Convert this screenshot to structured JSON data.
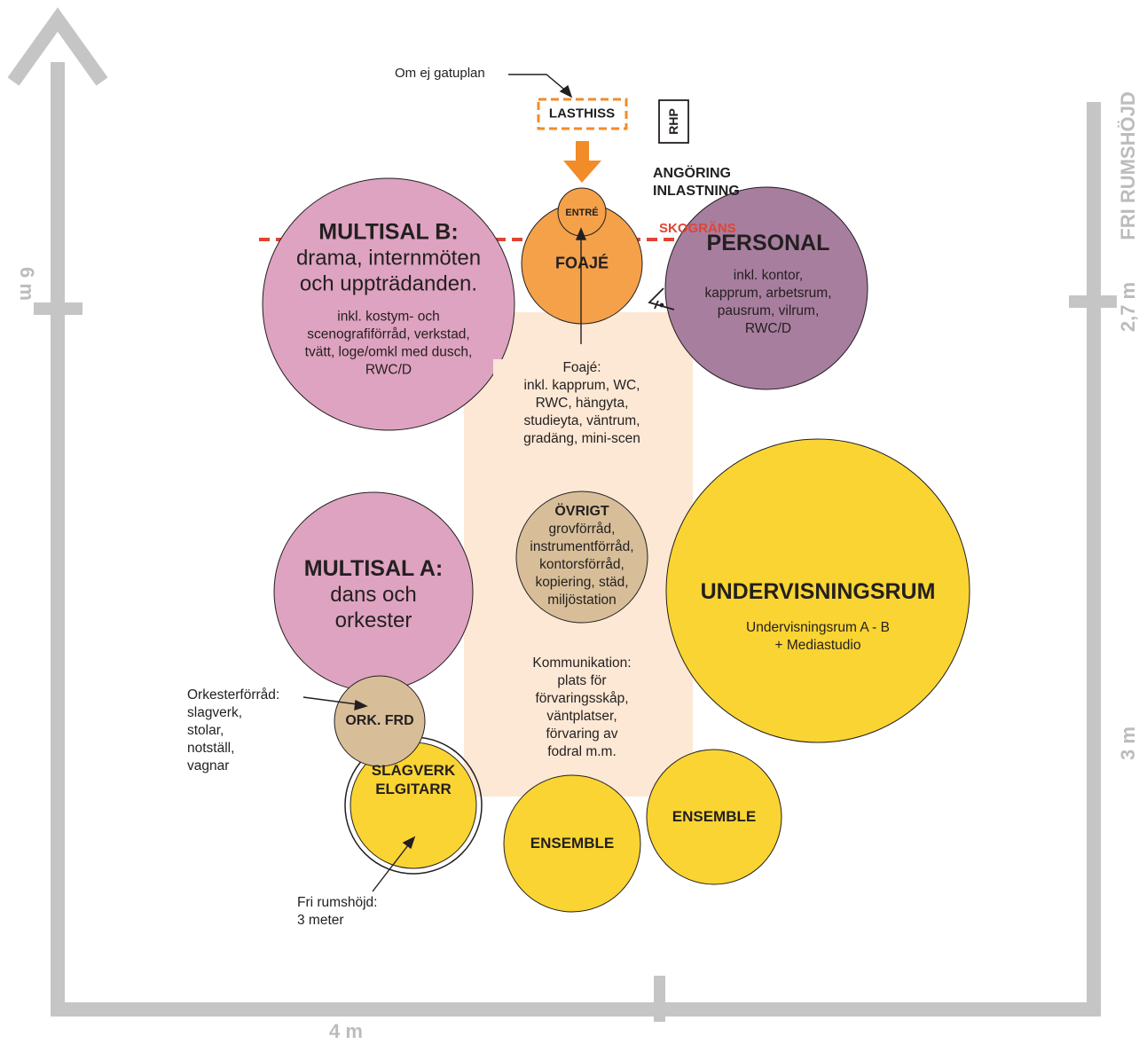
{
  "axes": {
    "vertical_left_label": "6 m",
    "horizontal_bottom_label": "4 m",
    "right_title": "FRI RUMSHÖJD",
    "right_upper_label": "2,7 m",
    "right_lower_label": "3 m"
  },
  "annotations": {
    "om_ej_gatuplan": "Om ej gatuplan",
    "lasthiss": "LASTHISS",
    "rhp": "RHP",
    "angoring_line1": "ANGÖRING",
    "angoring_line2": "INLASTNING",
    "skogrens": "SKOGRÄNS",
    "orkesterforrad_lines": [
      "Orkesterförråd:",
      "slagverk,",
      "stolar,",
      "notställ,",
      "vagnar"
    ],
    "fri_rumshojd_lines": [
      "Fri rumshöjd:",
      "3 meter"
    ]
  },
  "rooms": {
    "entre": {
      "title": "ENTRÉ"
    },
    "foaje": {
      "title": "FOAJÉ"
    },
    "multisal_b": {
      "title": "MULTISAL B:",
      "subtitle_lines": [
        "drama, internmöten",
        "och uppträdanden."
      ],
      "detail_lines": [
        "inkl. kostym- och",
        "scenografiförråd, verkstad,",
        "tvätt, loge/omkl med dusch,",
        "RWC/D"
      ]
    },
    "personal": {
      "title": "PERSONAL",
      "detail_lines": [
        "inkl. kontor,",
        "kapprum, arbetsrum,",
        "pausrum, vilrum,",
        "RWC/D"
      ]
    },
    "foaje_area": {
      "lines": [
        "Foajé:",
        "inkl. kapprum, WC,",
        "RWC, hängyta,",
        "studieyta, väntrum,",
        "gradäng, mini-scen"
      ]
    },
    "ovrigt": {
      "title": "ÖVRIGT",
      "detail_lines": [
        "grovförråd,",
        "instrumentförråd,",
        "kontorsförråd,",
        "kopiering, städ,",
        "miljöstation"
      ]
    },
    "multisal_a": {
      "title": "MULTISAL A:",
      "subtitle_lines": [
        "dans och",
        "orkester"
      ]
    },
    "undervisningsrum": {
      "title": "UNDERVISNINGSRUM",
      "detail_lines": [
        "Undervisningsrum A - B",
        "+ Mediastudio"
      ]
    },
    "kommunikation": {
      "lines": [
        "Kommunikation:",
        "plats för",
        "förvaringsskåp,",
        "väntplatser,",
        "förvaring av",
        "fodral m.m."
      ]
    },
    "ork_frd": {
      "title": "ORK. FRD"
    },
    "slagverk": {
      "title_lines": [
        "SLAGVERK",
        "ELGITARR"
      ]
    },
    "ensemble_1": {
      "title": "ENSEMBLE"
    },
    "ensemble_2": {
      "title": "ENSEMBLE"
    }
  },
  "colors": {
    "axis_gray": "#c5c5c5",
    "axis_label_gray": "#bcbcbc",
    "orange": "#f4a14a",
    "orange_arrow": "#f28c28",
    "pink": "#dea3c0",
    "purple": "#a87e9f",
    "tan": "#d7be98",
    "yellow": "#fad432",
    "beige_area": "#fce8d4",
    "red_line": "#e04433",
    "text": "#231f20"
  }
}
